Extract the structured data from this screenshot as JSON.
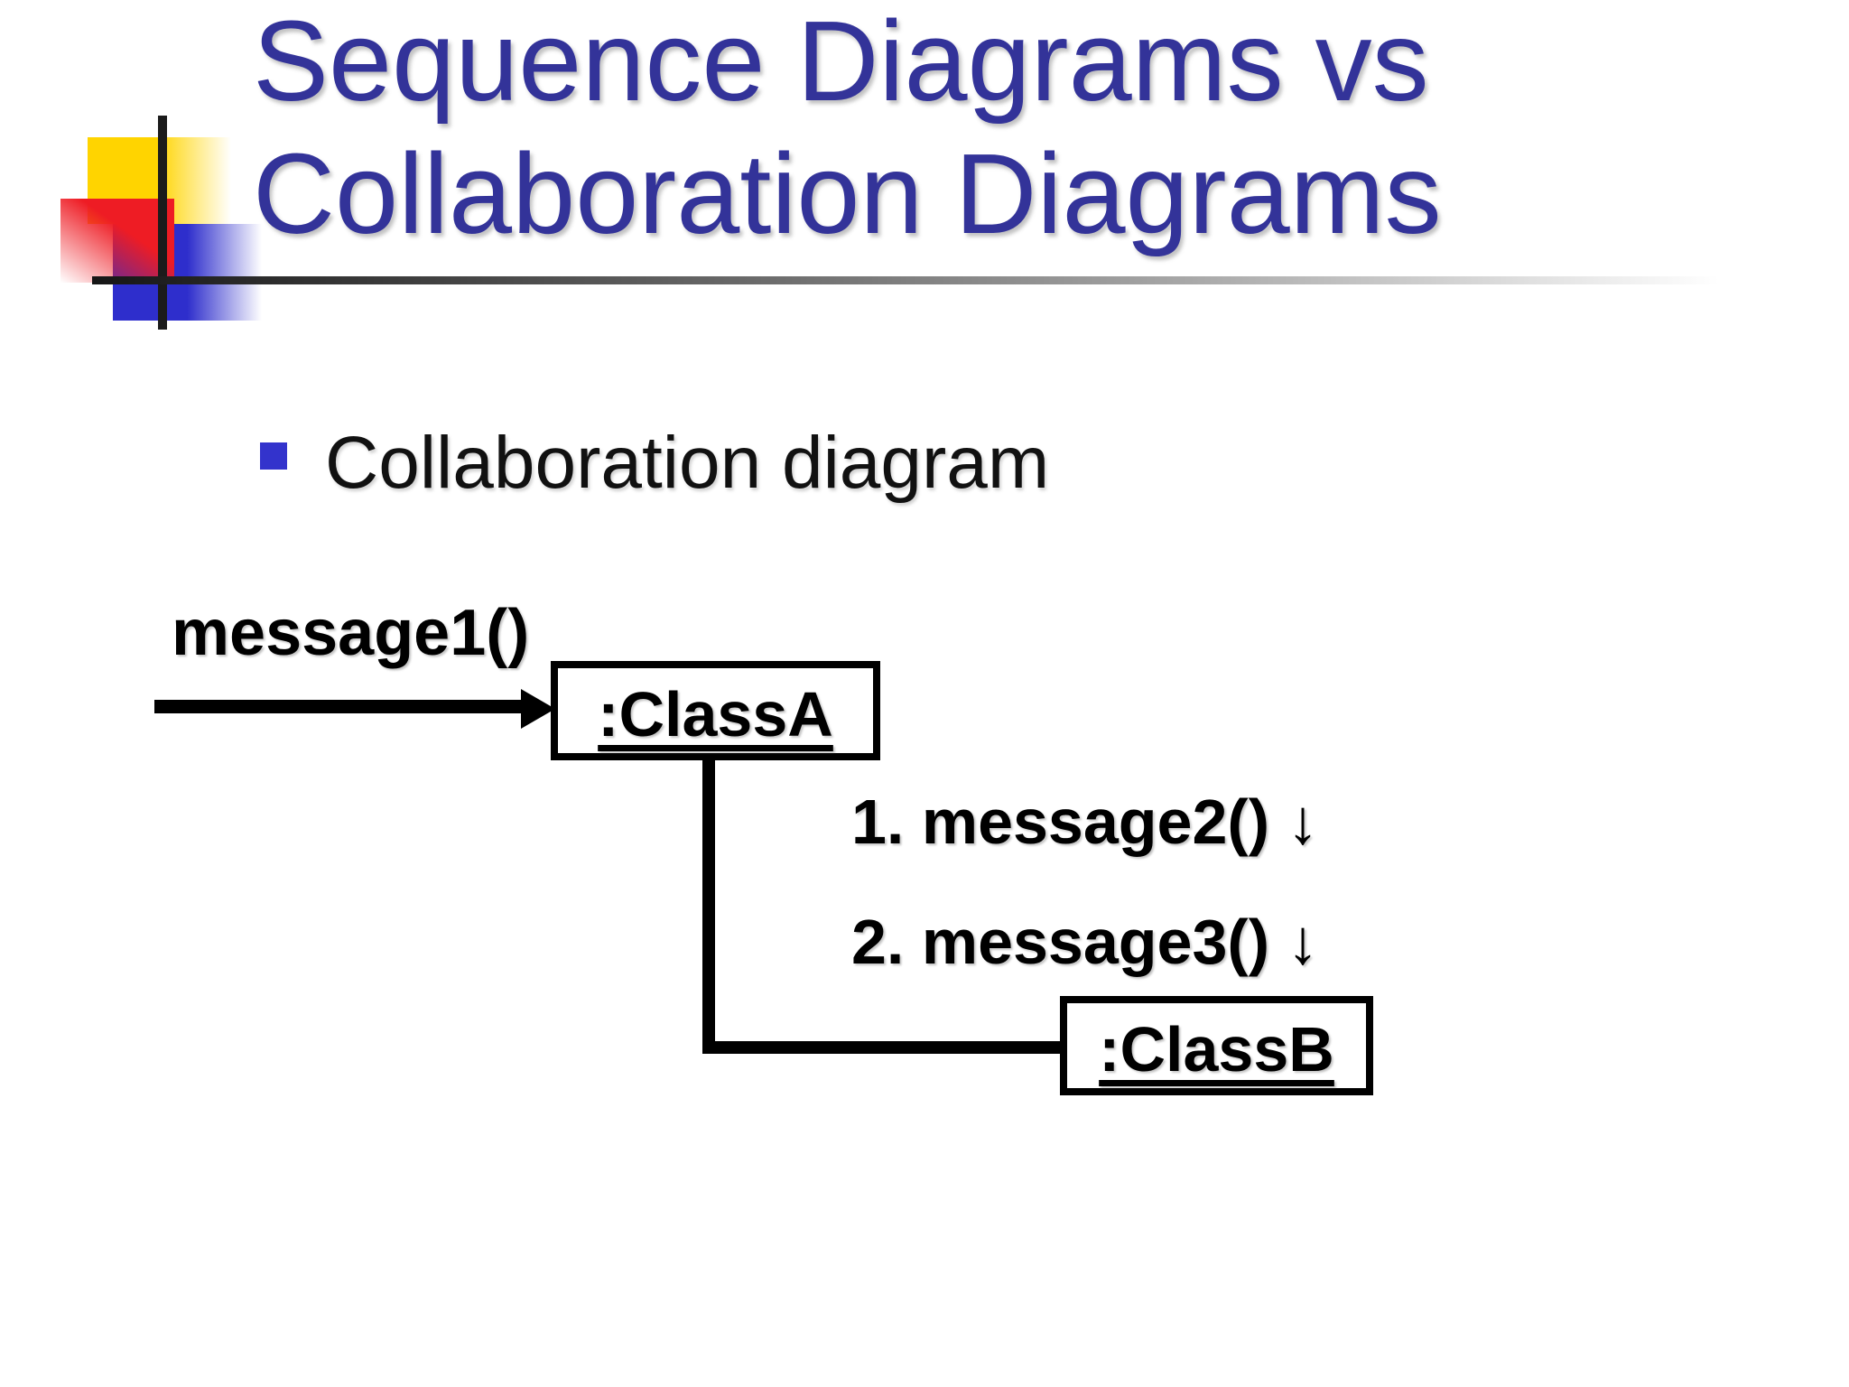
{
  "slide": {
    "title_line1": "Sequence Diagrams vs",
    "title_line2": "Collaboration Diagrams",
    "bullet_text": "Collaboration diagram",
    "colors": {
      "title_text": "#333399",
      "bullet_marker": "#3333cc",
      "body_text": "#000000",
      "background": "#ffffff",
      "logo_yellow": "#ffd400",
      "logo_red": "#ee1c24",
      "logo_blue": "#3333cc",
      "logo_lines": "#1b1b1b"
    }
  },
  "diagram": {
    "message1_label": "message1()",
    "class_a_label": ":ClassA",
    "class_b_label": ":ClassB",
    "step1_label": "1. message2() ↓",
    "step2_label": "2. message3() ↓"
  }
}
